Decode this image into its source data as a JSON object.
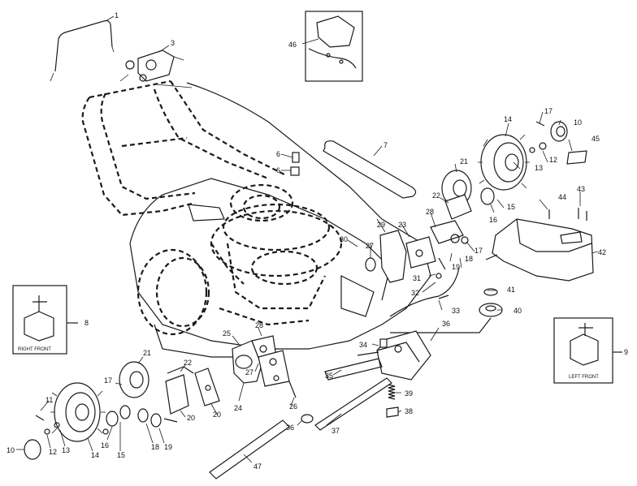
{
  "labels": {
    "l1": "1",
    "l3": "3",
    "l46": "46",
    "l7": "7",
    "l14a": "14",
    "l17a": "17",
    "l10a": "10",
    "l45": "45",
    "l13a": "13",
    "l12a": "12",
    "l21a": "21",
    "l22a": "22",
    "l16a": "16",
    "l15a": "15",
    "l44": "44",
    "l43": "43",
    "l6a": "6",
    "l6b": "6",
    "l28a": "28",
    "l29": "29",
    "l23": "23",
    "l27a": "27",
    "l30": "30",
    "l17b": "17",
    "l18a": "18",
    "l19a": "19",
    "l42": "42",
    "l31": "31",
    "l32": "32",
    "l33": "33",
    "l41": "41",
    "l40": "40",
    "l8": "8",
    "l9": "9",
    "l34": "34",
    "l36a": "36",
    "l35": "35",
    "l39": "39",
    "l38": "38",
    "l37": "37",
    "l36b": "36",
    "l25": "25",
    "l28b": "28",
    "l27b": "27",
    "l24": "24",
    "l26": "26",
    "l20a": "20",
    "l20b": "20",
    "l21b": "21",
    "l22b": "22",
    "l17c": "17",
    "l16b": "16",
    "l18b": "18",
    "l19b": "19",
    "l11": "11",
    "l12b": "12",
    "l13b": "13",
    "l10b": "10",
    "l14b": "14",
    "l15b": "15",
    "l47": "47"
  },
  "insets": {
    "right_front": "RIGHT FRONT",
    "left_front": "LEFT FRONT"
  }
}
